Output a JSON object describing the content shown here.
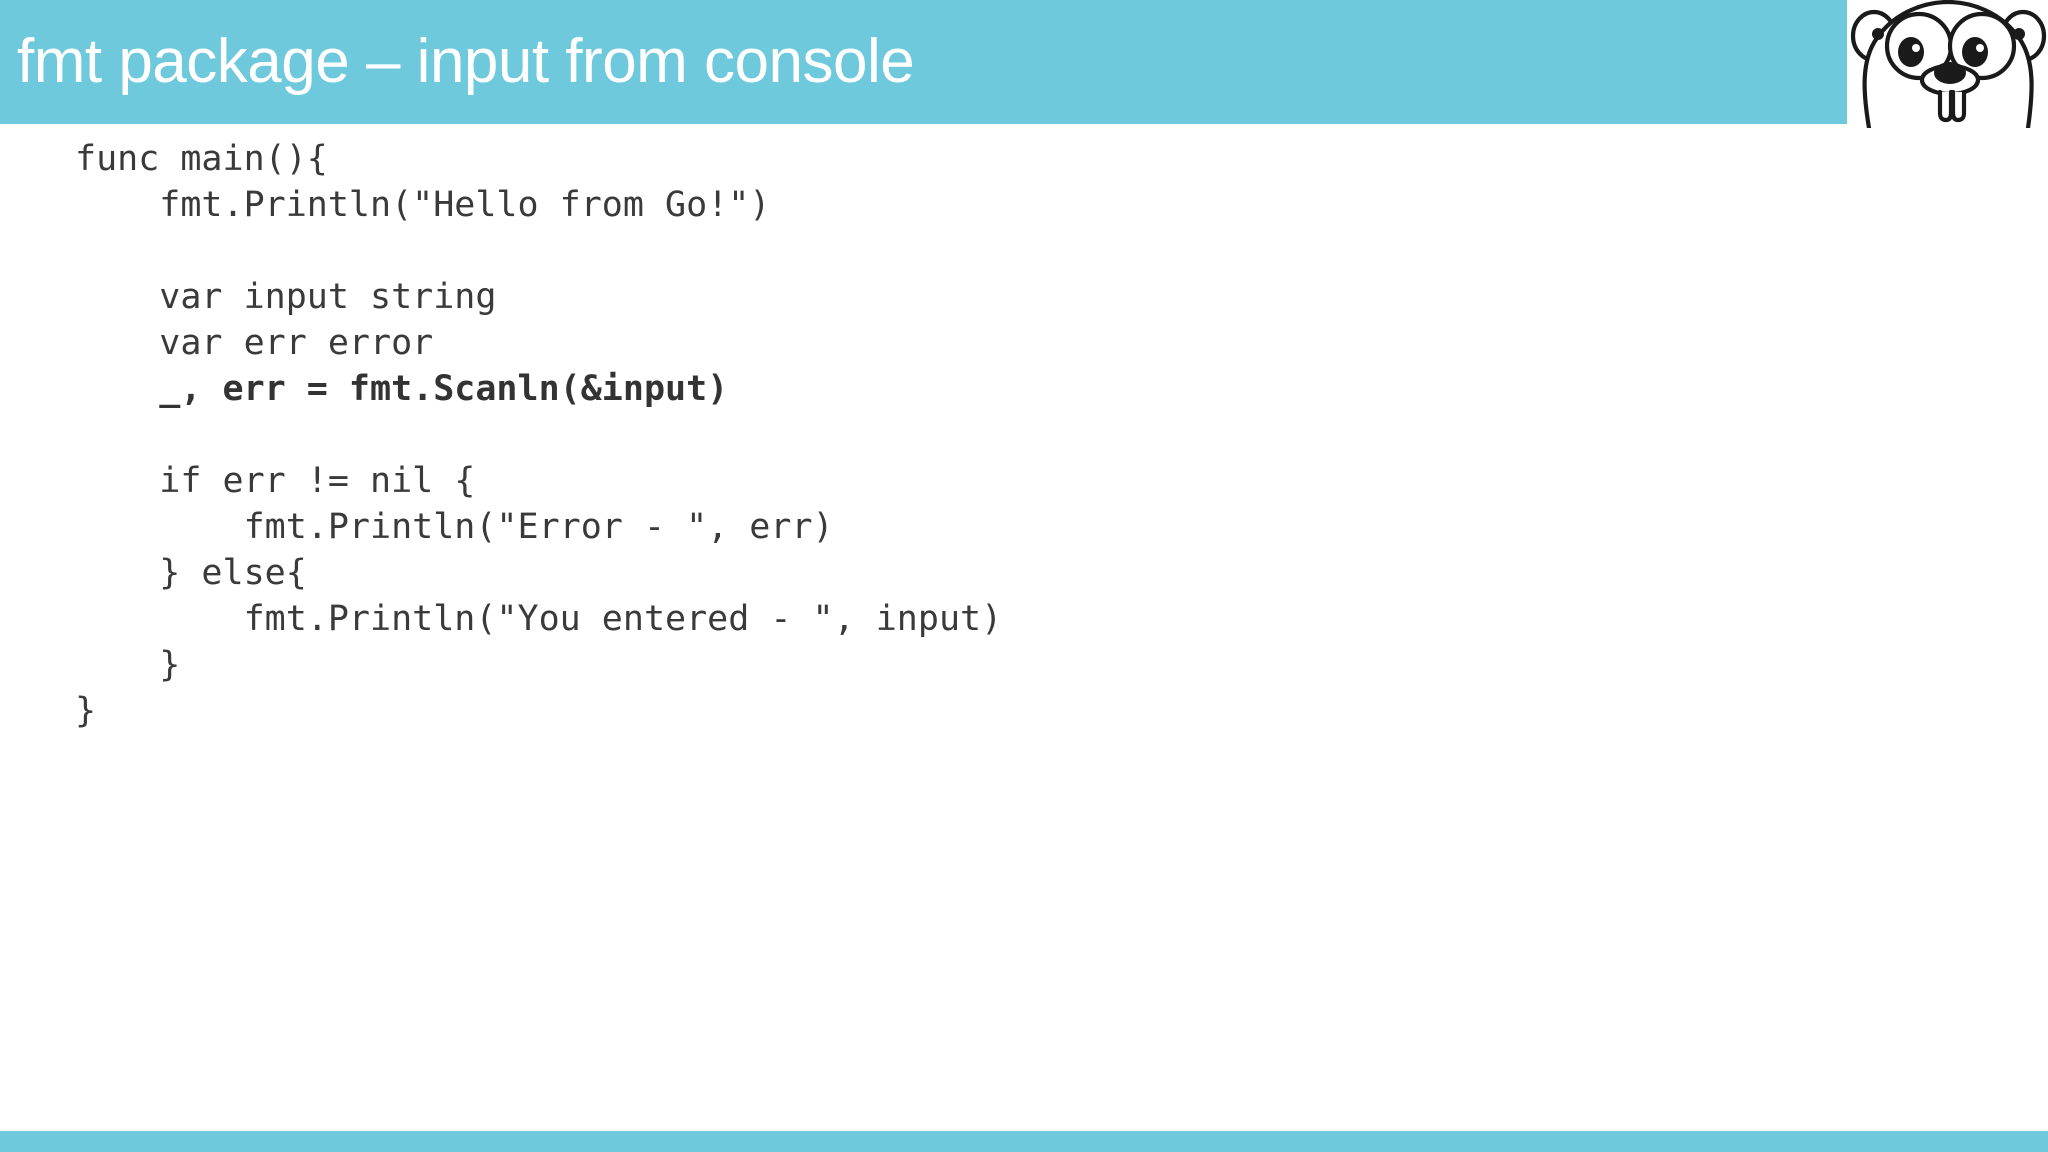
{
  "slide": {
    "title": "fmt package – input from console",
    "theme": {
      "accent_color": "#6ec9dc",
      "background_color": "#ffffff",
      "code_color": "#3a3a3a",
      "title_color": "#ffffff"
    }
  },
  "logo": {
    "name": "go-gopher-mascot",
    "alt": "Go gopher"
  },
  "code": {
    "language": "go",
    "lines": [
      {
        "text": "func main(){",
        "bold": false
      },
      {
        "text": "    fmt.Println(\"Hello from Go!\")",
        "bold": false
      },
      {
        "text": "",
        "bold": false
      },
      {
        "text": "    var input string",
        "bold": false
      },
      {
        "text": "    var err error",
        "bold": false
      },
      {
        "text": "    _, err = fmt.Scanln(&input)",
        "bold": true
      },
      {
        "text": "",
        "bold": false
      },
      {
        "text": "    if err != nil {",
        "bold": false
      },
      {
        "text": "        fmt.Println(\"Error - \", err)",
        "bold": false
      },
      {
        "text": "    } else{",
        "bold": false
      },
      {
        "text": "        fmt.Println(\"You entered - \", input)",
        "bold": false
      },
      {
        "text": "    }",
        "bold": false
      },
      {
        "text": "}",
        "bold": false
      }
    ]
  }
}
